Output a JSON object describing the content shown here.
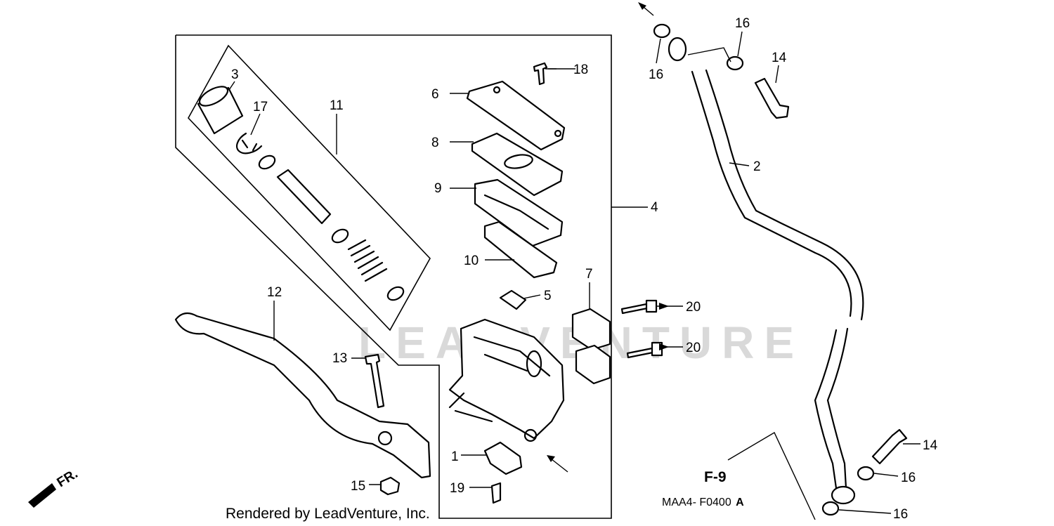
{
  "watermark": "LEADVENTURE",
  "diagram_code": "MAA4- F0400",
  "diagram_code_suffix": "A",
  "credit": "Rendered by LeadVenture, Inc.",
  "reference": "F-9",
  "front_marker": "FR.",
  "callouts": {
    "c1": "1",
    "c2": "2",
    "c3": "3",
    "c4": "4",
    "c5": "5",
    "c6": "6",
    "c7": "7",
    "c8": "8",
    "c9": "9",
    "c10": "10",
    "c11": "11",
    "c12": "12",
    "c13": "13",
    "c14a": "14",
    "c14b": "14",
    "c15": "15",
    "c16a": "16",
    "c16b": "16",
    "c16c": "16",
    "c16d": "16",
    "c17": "17",
    "c18": "18",
    "c19": "19",
    "c20a": "20",
    "c20b": "20"
  }
}
